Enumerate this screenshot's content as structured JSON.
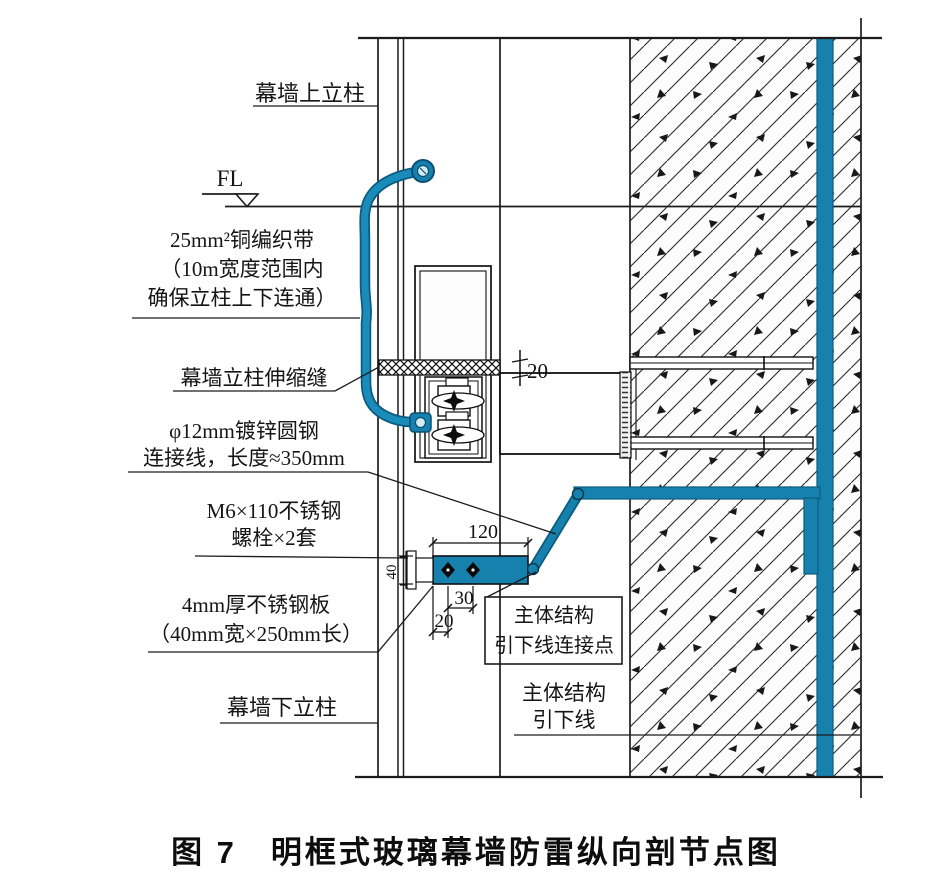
{
  "figure": {
    "title": "图 7　明框式玻璃幕墙防雷纵向剖节点图"
  },
  "callouts": {
    "upper_mullion": "幕墙上立柱",
    "floor_level": "FL",
    "copper_braid": [
      "25mm²铜编织带",
      "（10m宽度范围内",
      "确保立柱上下连通）"
    ],
    "expansion_joint": "幕墙立柱伸缩缝",
    "galvanized_rod": [
      "φ12mm镀锌圆钢",
      "连接线，长度≈350mm"
    ],
    "bolts": [
      "M6×110不锈钢",
      "螺栓×2套"
    ],
    "steel_plate": [
      "4mm厚不锈钢板",
      "（40mm宽×250mm长）"
    ],
    "lower_mullion": "幕墙下立柱",
    "connection_point": [
      "主体结构",
      "引下线连接点"
    ],
    "down_conductor": [
      "主体结构",
      "引下线"
    ]
  },
  "dimensions": {
    "joint_gap": "20",
    "plate_length": "120",
    "plate_height": "40",
    "bolt_spacing": "30",
    "bolt_edge": "20"
  },
  "colors": {
    "conductor_teal": "#1781ae",
    "line_black": "#1c1c1c"
  }
}
